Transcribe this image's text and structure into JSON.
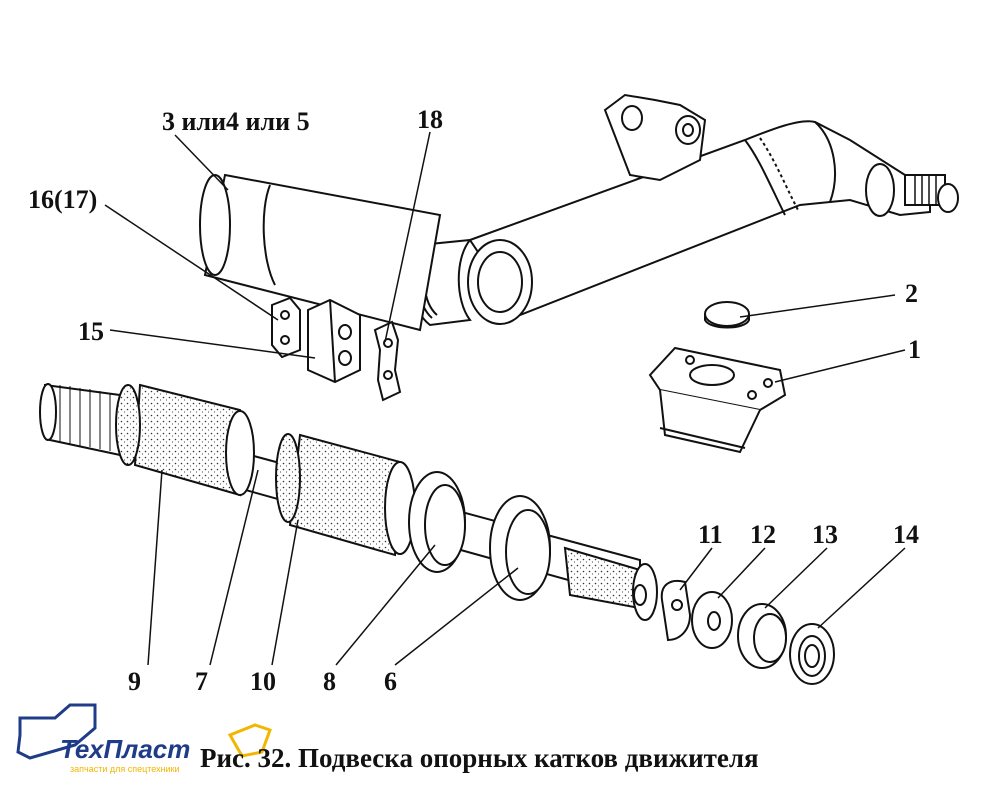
{
  "labels": {
    "l1": "1",
    "l2": "2",
    "l3": "3 или4 или 5",
    "l6": "6",
    "l7": "7",
    "l8": "8",
    "l9": "9",
    "l10": "10",
    "l11": "11",
    "l12": "12",
    "l13": "13",
    "l14": "14",
    "l15": "15",
    "l16": "16(17)",
    "l18": "18"
  },
  "caption": "Рис. 32. Подвеска опорных катков движителя",
  "logo": {
    "brand": "ТехПласт",
    "tagline": "запчасти для спецтехники",
    "accent": "#f2b600",
    "brand_color": "#1f3c88"
  }
}
